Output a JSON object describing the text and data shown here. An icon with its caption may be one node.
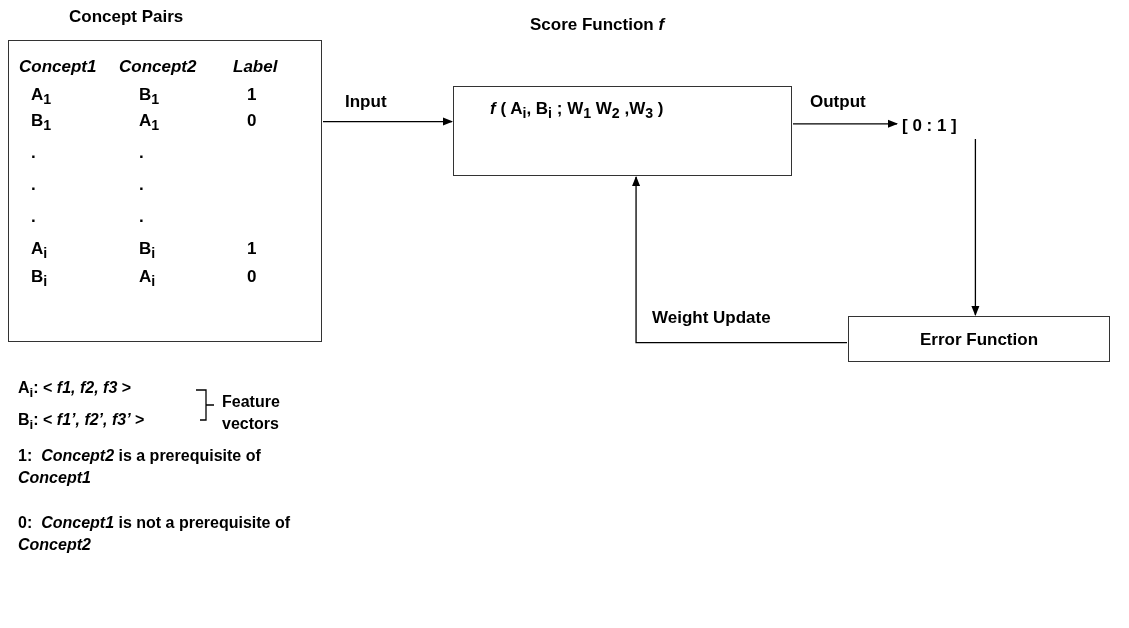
{
  "diagram": {
    "nodes": [
      {
        "text": [
          "Concept Pairs",
          "Concept1",
          "Concept2",
          "Label",
          "A$_{1}$",
          "B$_{1}$",
          "1",
          "B$_{1}$",
          "A$_{1}$",
          "0",
          ".",
          ".",
          ".",
          ".",
          ".",
          ".",
          "A$_{i}$",
          "B$_{i}$",
          "1",
          "B$_{i}$",
          "A$_{i}$",
          "0"
        ]
      },
      {
        "text": [
          "Score Function *f*",
          "*f* ( A$_{i}$, B$_{i}$ ; W$_{1}$ W$_{2}$ ,W$_{3}$ )"
        ]
      },
      {
        "text": [
          "[ 0 : 1 ]"
        ]
      },
      {
        "text": [
          "Error Function"
        ]
      }
    ],
    "edges": [
      {
        "from": 0,
        "to": 1,
        "arrow": "to",
        "label": "Input"
      },
      {
        "from": 1,
        "to": 2,
        "arrow": "to",
        "label": "Output"
      },
      {
        "from": 2,
        "to": 3,
        "arrow": "to"
      },
      {
        "from": 3,
        "to": 1,
        "arrow": "to",
        "label": "Weight Update"
      }
    ],
    "labels": [
      "A$_{i}$: < *f1, f2, f3* >",
      "B$_{i}$: < *f1’, f2’, f3’* >",
      "Feature vectors",
      "1:  *Concept2* is a prerequisite of *Concept1*",
      "0:  *Concept1* is not a prerequisite of *Concept2*"
    ]
  }
}
